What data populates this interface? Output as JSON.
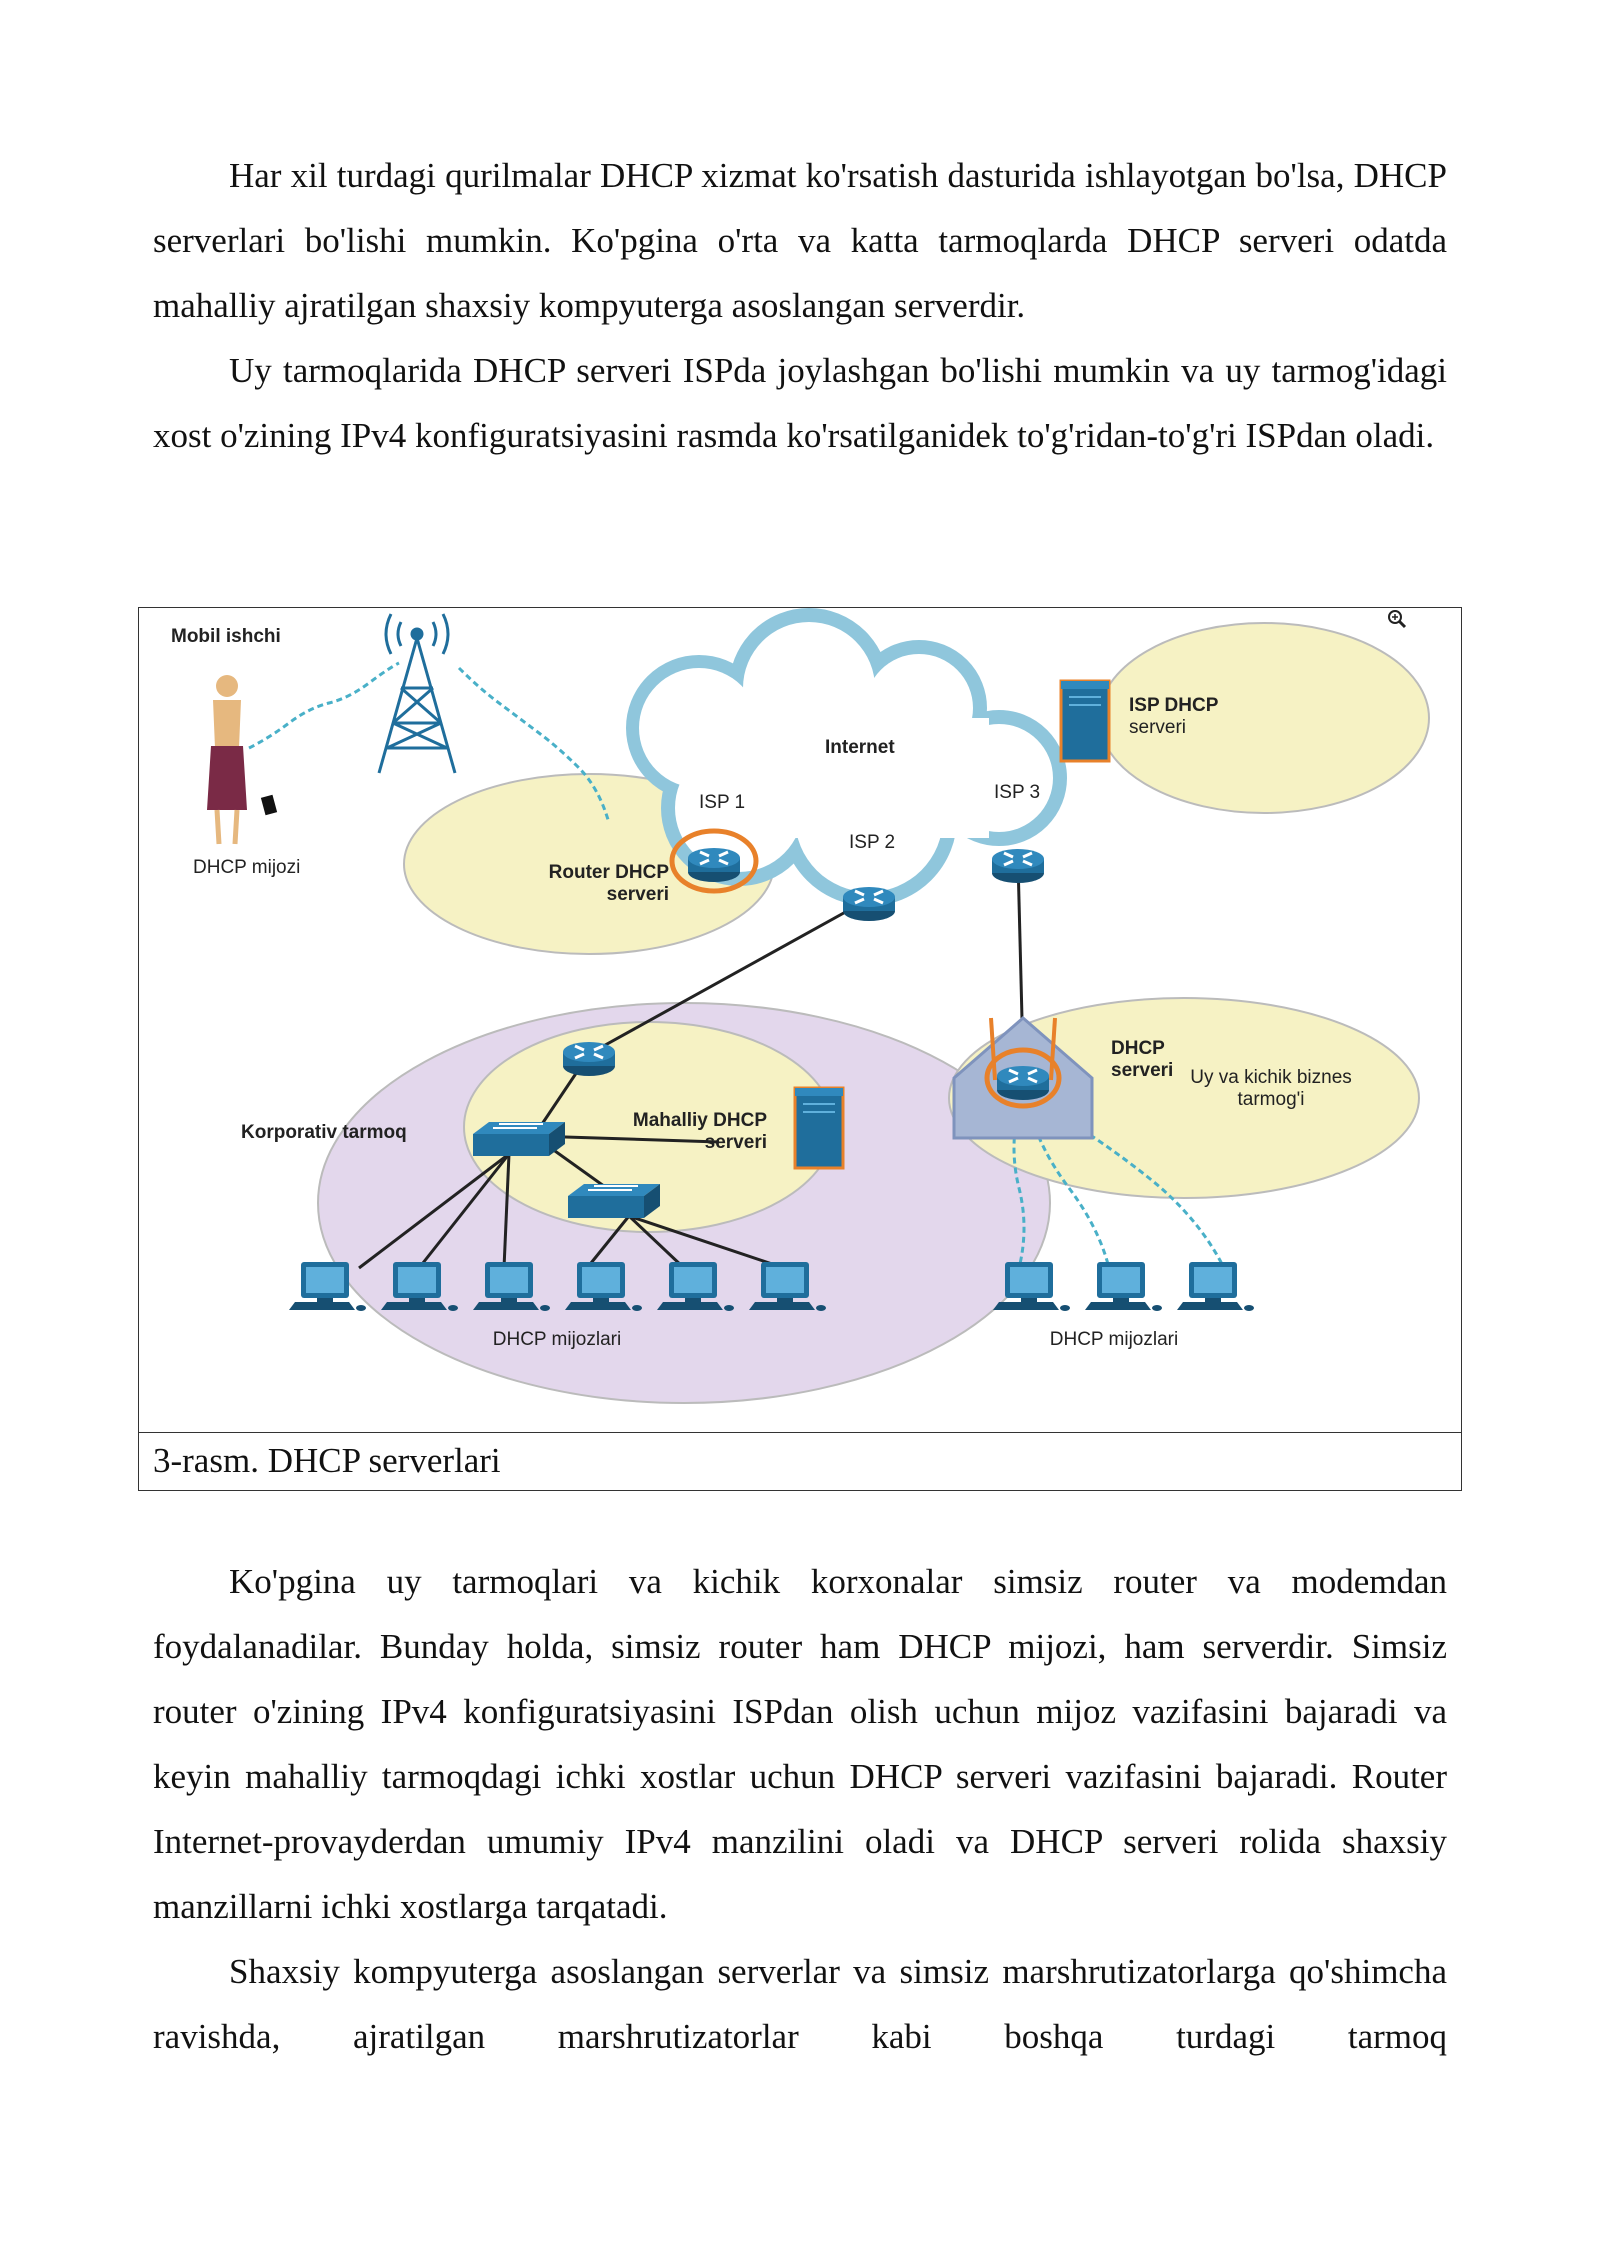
{
  "paragraphs": {
    "p1": "Har xil turdagi qurilmalar DHCP xizmat ko'rsatish dasturida ishlayotgan bo'lsa, DHCP serverlari bo'lishi mumkin. Ko'pgina o'rta va katta tarmoqlarda DHCP serveri odatda mahalliy ajratilgan shaxsiy kompyuterga asoslangan serverdir.",
    "p2": "Uy tarmoqlarida DHCP serveri ISPda joylashgan bo'lishi mumkin va uy tarmog'idagi xost o'zining IPv4 konfiguratsiyasini rasmda ko'rsatilganidek to'g'ridan-to'g'ri ISPdan oladi.",
    "p3": "Ko'pgina uy tarmoqlari va kichik korxonalar simsiz router va modemdan foydalanadilar. Bunday holda, simsiz router ham DHCP mijozi, ham serverdir. Simsiz router o'zining IPv4 konfiguratsiyasini ISPdan olish uchun mijoz vazifasini bajaradi va keyin mahalliy tarmoqdagi ichki xostlar uchun DHCP serveri vazifasini bajaradi. Router Internet-provayderdan umumiy IPv4 manzilini oladi va DHCP serveri rolida shaxsiy manzillarni ichki xostlarga tarqatadi.",
    "p4": "Shaxsiy kompyuterga asoslangan serverlar va simsiz marshrutizatorlarga qo'shimcha ravishda, ajratilgan marshrutizatorlar kabi boshqa turdagi tarmoq"
  },
  "figure": {
    "caption": "3-rasm. DHCP serverlari",
    "labels": {
      "mobile_worker": "Mobil ishchi",
      "dhcp_client": "DHCP mijozi",
      "internet": "Internet",
      "isp1": "ISP 1",
      "isp2": "ISP 2",
      "isp3": "ISP 3",
      "isp_dhcp_line1": "ISP DHCP",
      "isp_dhcp_line2": "serveri",
      "router_dhcp_line1": "Router DHCP",
      "router_dhcp_line2": "serveri",
      "corporate_network": "Korporativ tarmoq",
      "local_dhcp_line1": "Mahalliy DHCP",
      "local_dhcp_line2": "serveri",
      "home_dhcp_line1": "DHCP",
      "home_dhcp_line2": "serveri",
      "home_network_line1": "Uy va kichik biznes",
      "home_network_line2": "tarmog'i",
      "dhcp_clients_left": "DHCP mijozlari",
      "dhcp_clients_right": "DHCP mijozlari"
    },
    "colors": {
      "device_blue": "#1f6e9c",
      "highlight_orange": "#e8812a",
      "cloud_fill": "#ffffff",
      "cloud_stroke": "#8fc6dc",
      "zone_yellow": "#f6f2c4",
      "zone_purple": "#e3d7ec"
    },
    "icons": [
      "zoom-icon",
      "cell-tower-icon",
      "router-icon",
      "switch-icon",
      "server-icon",
      "pc-icon",
      "house-icon",
      "person-icon"
    ]
  }
}
